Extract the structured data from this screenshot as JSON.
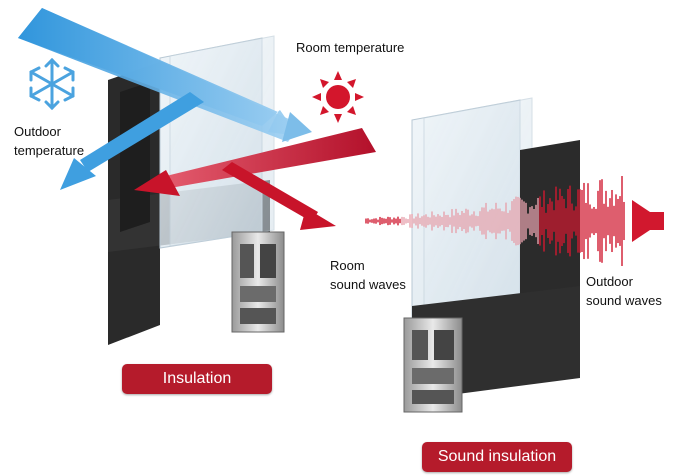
{
  "labels": {
    "room_temperature": "Room temperature",
    "outdoor_temperature_line1": "Outdoor",
    "outdoor_temperature_line2": "temperature",
    "room_sound_line1": "Room",
    "room_sound_line2": "sound waves",
    "outdoor_sound_line1": "Outdoor",
    "outdoor_sound_line2": "sound waves"
  },
  "badges": {
    "insulation": "Insulation",
    "sound_insulation": "Sound insulation"
  },
  "colors": {
    "badge_red": "#b51b2b",
    "cold_blue": "#3e9fe0",
    "heat_red": "#c8142a",
    "frame_dark": "#2b2b2b",
    "glass": "#dbe6ee"
  },
  "icons": {
    "cold": "snowflake-icon",
    "heat": "sun-icon",
    "sound_source": "speaker-icon"
  }
}
